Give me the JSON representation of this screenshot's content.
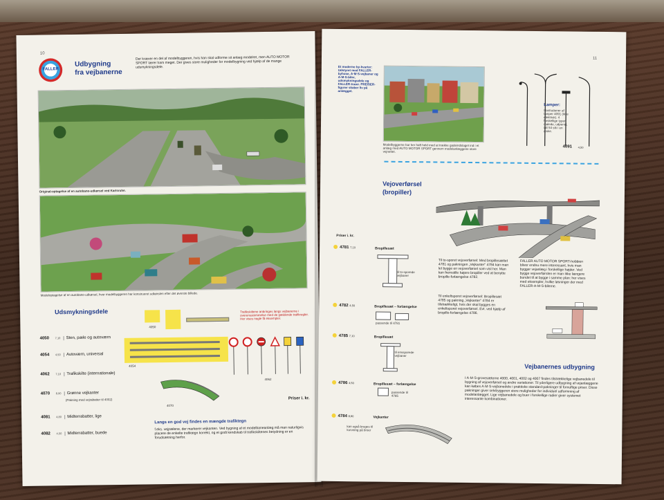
{
  "left_page": {
    "page_number": "10",
    "logo_text": "FALLER",
    "title_line1": "Udbygning",
    "title_line2": "fra vejbanerne",
    "intro_text": "Der kræver en del af modelbyggeren, hvis han skal udforme sit anlæg modelret, men AUTO MOTOR SPORT lærer ham meget. Der gives store muligheder for modelbygning ved hjælp af de mange udsmykningsdele.",
    "caption_1": "Original-optagelse af en autobane-udkørsel ved Karlsruhe.",
    "caption_2": "Modeloptagelse af en autobane-udkørsel, hvor modelbyggeren har konstrueret udkørslen efter det øverste billede.",
    "section_title": "Udsmykningsdele",
    "signs_note": "Trafikskiltene anbringes langs vejbanerne i overensstemmelse med de gældende trafikregler. Her vises nogle få eksempler.",
    "prices_label": "Priser i. kr.",
    "items": [
      {
        "code": "4050",
        "price": "7,10",
        "name": "Sten, pæle og autoværn"
      },
      {
        "code": "4054",
        "price": "4,50",
        "name": "Autoværn, universal"
      },
      {
        "code": "4062",
        "price": "7,10",
        "name": "Trafikskilte (internationale)"
      },
      {
        "code": "4070",
        "price": "8,90",
        "name": "Grønne vejkanter",
        "note": "(Pakning med vejrabatter til 4002)"
      },
      {
        "code": "4081",
        "price": "4,80",
        "name": "Midterrabatter, lige"
      },
      {
        "code": "4082",
        "price": "4,50",
        "name": "Midterrabatter, buede"
      }
    ],
    "fig_labels": [
      "4050",
      "4054",
      "4062",
      "4070"
    ],
    "bottom_title": "Langs en god vej findes en mængde trafiktegn",
    "bottom_text": "f.eks. vejpælene, der markerer vejkanten. Ved bygning af et modelbaneanlæg må man naturligvis placere de enkelte trafiktegn korrekt, og et godt kendskab til trafikskiltenes betydning er en forudsætning herfor."
  },
  "right_page": {
    "page_number": "11",
    "side_text": "Et moderne by-kvarter: Udstyret med FALLER-byhuse, A·M·S-vejbaner og A·M·S-biler, udsmykningsdele og FALLER-træer. PREISER-figurer skaber liv på anlægget.",
    "photo_caption": "Modelbyggerne har her haft held med at trække gadeindslaget ind i et anlæg med AUTO MOTOR SPORT gennem modelanlæggene store vejnettet.",
    "lamps_title": "Lamper:",
    "lamps_text": "Illustrationer af lamper 4091 (ikke elektrisk). 4 forskellige typer, malede, udpenst, ialt 54 stk i en æske.",
    "lamps_code": "4091",
    "lamps_price": "4,50",
    "section_title_line1": "Vejoverførsel",
    "section_title_line2": "(bropiller)",
    "prices_label": "Priser i. kr.",
    "items": [
      {
        "code": "4781",
        "price": "7,10",
        "name": "Bropillesæt",
        "sub": "til to-sporede vejbaner"
      },
      {
        "code": "4782",
        "price": "4,50",
        "name": "Bropillesæt – forlængelse",
        "sub": "passende til 4781"
      },
      {
        "code": "4785",
        "price": "7,10",
        "name": "Bropillesæt",
        "sub": "til enssporede vejbaner"
      },
      {
        "code": "4786",
        "price": "4,50",
        "name": "Bropillesæt – forlængelse",
        "sub": "passende til 4785"
      },
      {
        "code": "4784",
        "price": "8,90",
        "name": "Vejkanter",
        "sub": "kan også bruges til kurvning på broer"
      }
    ],
    "middle_text": "Til to-sporet vejoverførsel: Med bropillesættet 4781 og pakningen „Vejkanter\" 4784 kan man let bygge en vejoverførsel som vist her. Man kan fremstille højere bropiller ved at benytte bropille-forlængelse 4782.",
    "middle_text2": "Til enkeltsporet vejoverførsel: Bropillesæt 4785 og pakning „Vejkanter\" 4784 er tilstrækkeligt, hvis der skal bygges en enkeltsporet vejoverførsel. Evt. ved hjælp af bropille-forlængelse 4786.",
    "right_text": "FALLER AUTO MOTOR SPORT-hobbien bliver endnu mere interessant, hvis man bygger vejanlæg i forskellige højder. Ved bygge vejoverførslen er man ikke længere bundet til at bygge i samme plan: her vises med eksempler, hvilke løsninger der med FALLER-A-M-S-bilerne.",
    "bottom_title": "Vejbanernes udbygning",
    "bottom_text": "I A·M·S-grovesæterne 4000, 4001, 4002 og 4007 findes tilstrækkelige vejbanedele til bygning af vejoverførsel og andre variationer. Til yderligere udbygning af vejanlæggene kan købes A·M·S-vejbanedele i praktiske standard-pakninger til fornuftige priser. Disse pakninger giver selvbyggeren store muligheder for individuel udformning af modelanlægget. Lige vejbanedele og buer i forskellige radier giver systemet interessante kombinationer."
  },
  "colors": {
    "heading_blue": "#1f3a8a",
    "accent_yellow": "#f6e34a",
    "dash_blue": "#3aa3e0"
  }
}
